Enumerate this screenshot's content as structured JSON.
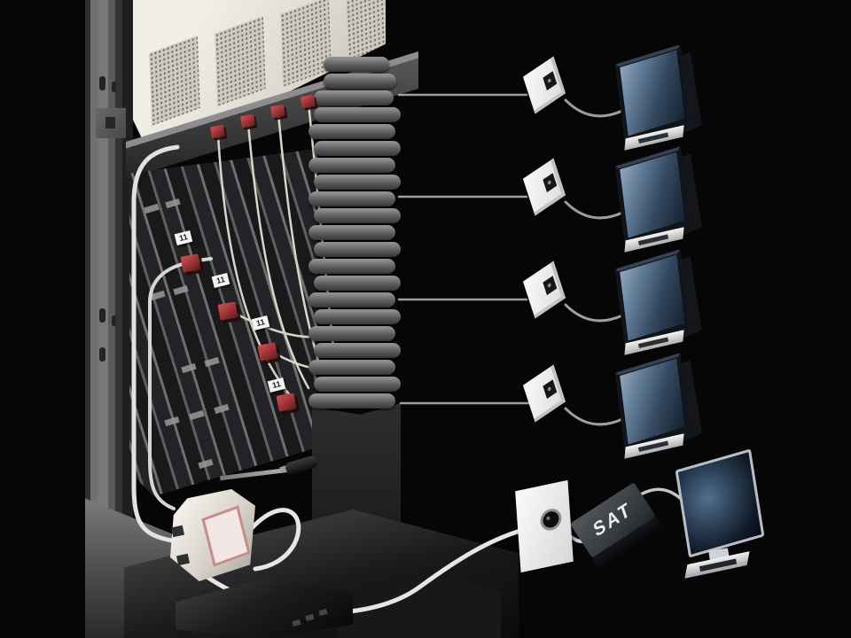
{
  "illustration": {
    "sat_receiver_label": "SAT",
    "connector_tags": [
      "11",
      "11",
      "11",
      "11"
    ],
    "tv_count": 5,
    "wall_outlet_count": 5
  },
  "colors": {
    "background": "#060606",
    "cable_white": "#e4e4e4",
    "cable_tan": "#d9d5c6",
    "line_gray": "#9f9f9f",
    "connector_red": "#9c3136",
    "outlet_white": "#f2f2f2",
    "screen_blue": "#657f9a",
    "chassis_gray": "#3a3a3a"
  }
}
